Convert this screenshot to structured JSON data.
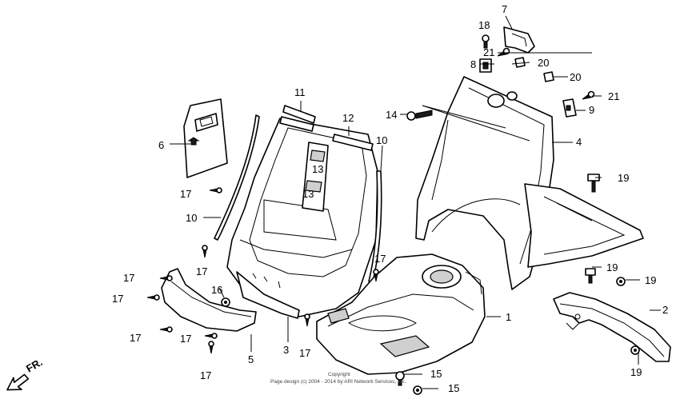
{
  "labels": {
    "p1": "1",
    "p2": "2",
    "p3": "3",
    "p4": "4",
    "p5": "5",
    "p6": "6",
    "p7": "7",
    "p8": "8",
    "p9": "9",
    "p10a": "10",
    "p10b": "10",
    "p11": "11",
    "p12": "12",
    "p13a": "13",
    "p13b": "13",
    "p14": "14",
    "p15a": "15",
    "p15b": "15",
    "p16": "16",
    "p17a": "17",
    "p17b": "17",
    "p17c": "17",
    "p17d": "17",
    "p17e": "17",
    "p17f": "17",
    "p17g": "17",
    "p17h": "17",
    "p17i": "17",
    "p18": "18",
    "p19a": "19",
    "p19b": "19",
    "p19c": "19",
    "p19d": "19",
    "p20a": "20",
    "p20b": "20",
    "p21a": "21",
    "p21b": "21"
  },
  "direction_label": "FR.",
  "copyright_line1": "Copyright",
  "copyright_line2": "Page design (c) 2004 - 2014 by ARI Network Services, Inc."
}
